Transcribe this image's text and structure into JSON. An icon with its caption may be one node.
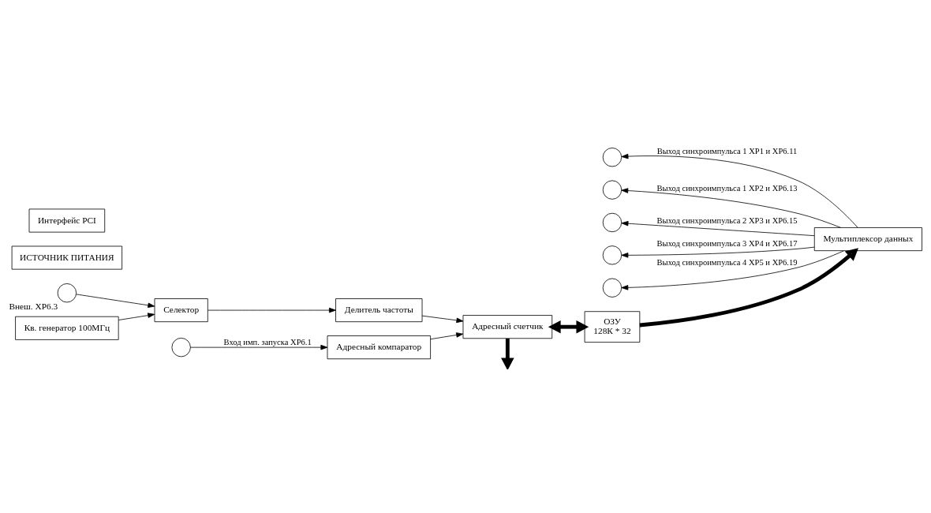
{
  "diagram": {
    "nodes": [
      {
        "text": [
          "Мультиплексор данных"
        ]
      },
      {
        "text": [],
        "shape": "circle"
      },
      {
        "text": [],
        "shape": "circle"
      },
      {
        "text": [],
        "shape": "circle"
      },
      {
        "text": [],
        "shape": "circle"
      },
      {
        "text": [],
        "shape": "circle"
      },
      {
        "text": [
          "ИСТОЧНИК ПИТАНИЯ"
        ]
      },
      {
        "text": [],
        "shape": "circle",
        "beside": [
          "Внеш. XP6.3"
        ]
      },
      {
        "text": [
          "Селектор"
        ]
      },
      {
        "text": [
          "Кв. генератор 100МГц"
        ]
      },
      {
        "text": [],
        "shape": "circle"
      },
      {
        "text": [
          "Делитель частоты"
        ]
      },
      {
        "text": [
          "Адресный счетчик"
        ]
      },
      {
        "text": [
          "Адресный компаратор"
        ]
      },
      {
        "text": [
          "ОЗУ",
          "128К * 32"
        ]
      },
      {
        "text": [
          "Интерфейс PCI"
        ]
      }
    ],
    "edges": [
      {
        "from": 0,
        "to": 1,
        "arrow": "to",
        "label": "Выход синхроимпульса 1 XP1 и XP6.11"
      },
      {
        "from": 0,
        "to": 2,
        "arrow": "to",
        "label": "Выход синхроимпульса 1 XP2 и XP6.13"
      },
      {
        "from": 0,
        "to": 3,
        "arrow": "to",
        "label": "Выход синхроимпульса 2 XP3 и XP6.15"
      },
      {
        "from": 0,
        "to": 4,
        "arrow": "to",
        "label": "Выход синхроимпульса 3 XP4 и XP6.17"
      },
      {
        "from": 0,
        "to": 5,
        "arrow": "to",
        "label": "Выход синхроимпульса 4 XP5 и XP6.19"
      },
      {
        "from": 7,
        "to": 8,
        "arrow": "to"
      },
      {
        "from": 9,
        "to": 8,
        "arrow": "to"
      },
      {
        "from": 8,
        "to": 11,
        "arrow": "to"
      },
      {
        "from": 11,
        "to": 12,
        "arrow": "to"
      },
      {
        "from": 13,
        "to": 12,
        "arrow": "to"
      },
      {
        "from": 10,
        "to": 13,
        "arrow": "to",
        "label": "Вход имп. запуска XP6.1"
      },
      {
        "from": 12,
        "to": 14,
        "arrow": "both",
        "style": "thick"
      },
      {
        "from": 12,
        "to": null,
        "arrow": "to",
        "style": "thick"
      },
      {
        "from": 14,
        "to": 0,
        "arrow": "to",
        "style": "thick"
      }
    ]
  }
}
